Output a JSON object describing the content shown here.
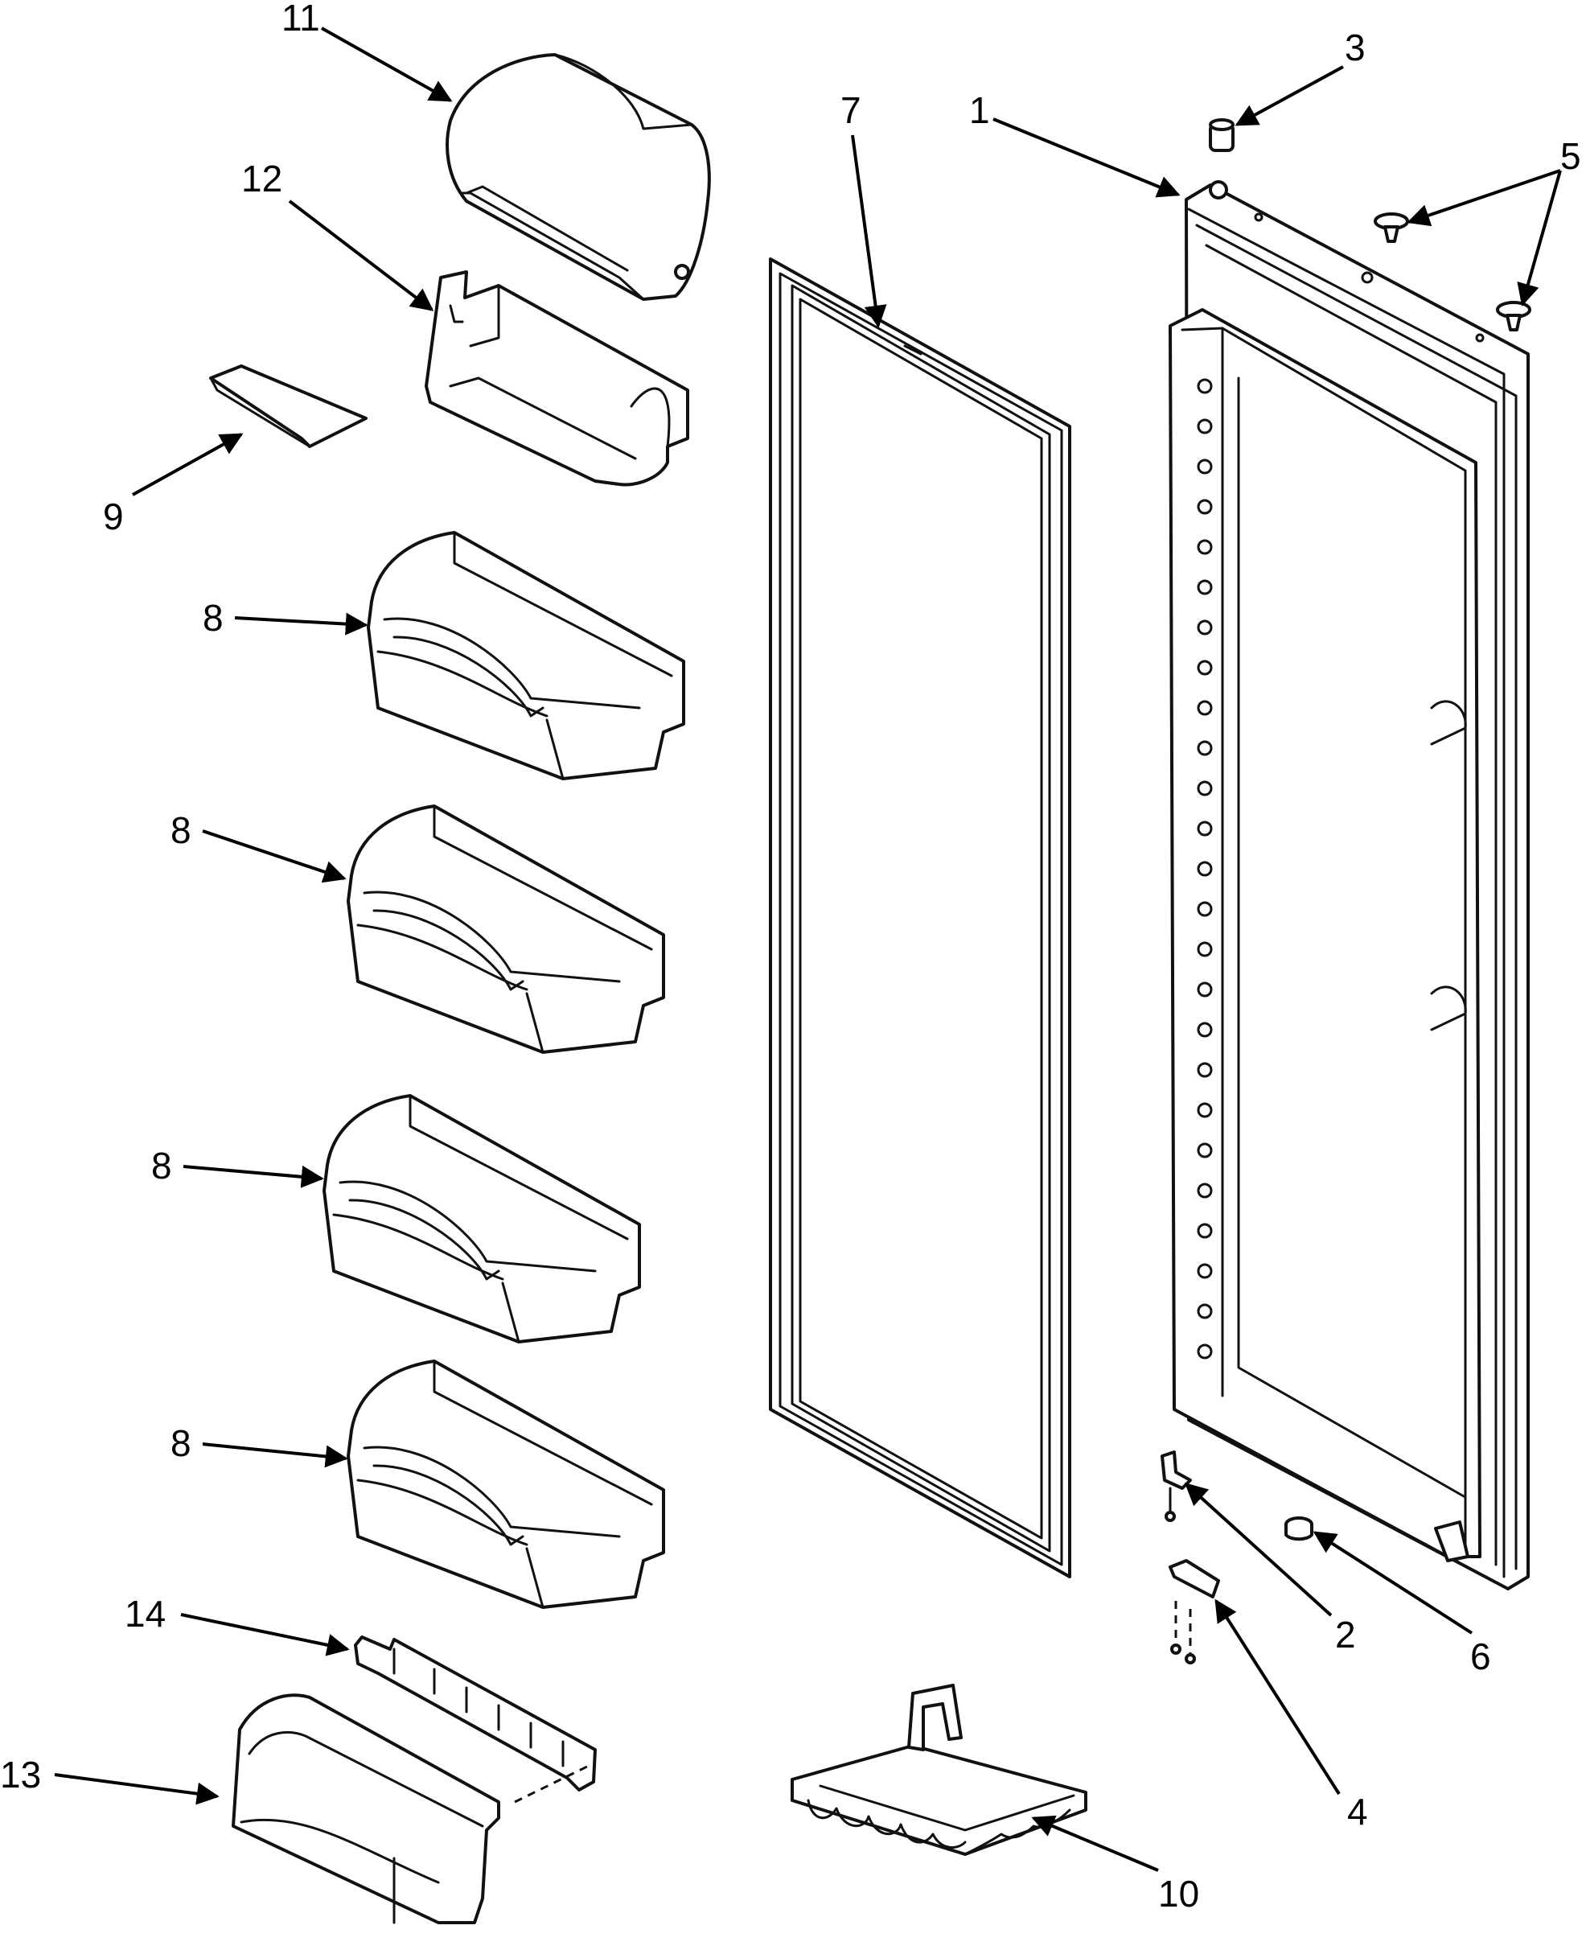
{
  "callouts": {
    "c1": "1",
    "c2": "2",
    "c3": "3",
    "c4": "4",
    "c5": "5",
    "c6": "6",
    "c7": "7",
    "c8a": "8",
    "c8b": "8",
    "c8c": "8",
    "c8d": "8",
    "c9": "9",
    "c10": "10",
    "c11": "11",
    "c12": "12",
    "c13": "13",
    "c14": "14"
  },
  "colors": {
    "line": "#111111",
    "background": "#ffffff"
  }
}
